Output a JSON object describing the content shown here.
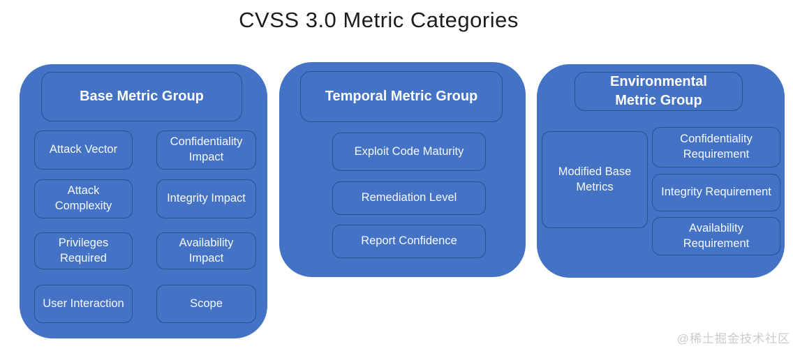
{
  "title": "CVSS 3.0 Metric Categories",
  "watermark": "@稀土掘金技术社区",
  "colors": {
    "group_fill": "#4472c4",
    "box_border": "#2b4f92",
    "label_text": "#ffffff",
    "title_text": "#1c1c1c",
    "watermark_text": "#cbcbcb"
  },
  "groups": [
    {
      "id": "base",
      "title": "Base Metric Group",
      "items": [
        "Attack Vector",
        "Confidentiality Impact",
        "Attack Complexity",
        "Integrity Impact",
        "Privileges Required",
        "Availability Impact",
        "User Interaction",
        "Scope"
      ]
    },
    {
      "id": "temporal",
      "title": "Temporal Metric Group",
      "items": [
        "Exploit Code Maturity",
        "Remediation Level",
        "Report Confidence"
      ]
    },
    {
      "id": "environmental",
      "title": "Environmental Metric Group",
      "title_lines": [
        "Environmental",
        "Metric Group"
      ],
      "items": [
        "Modified Base Metrics",
        "Confidentiality Requirement",
        "Integrity Requirement",
        "Availability Requirement"
      ]
    }
  ]
}
